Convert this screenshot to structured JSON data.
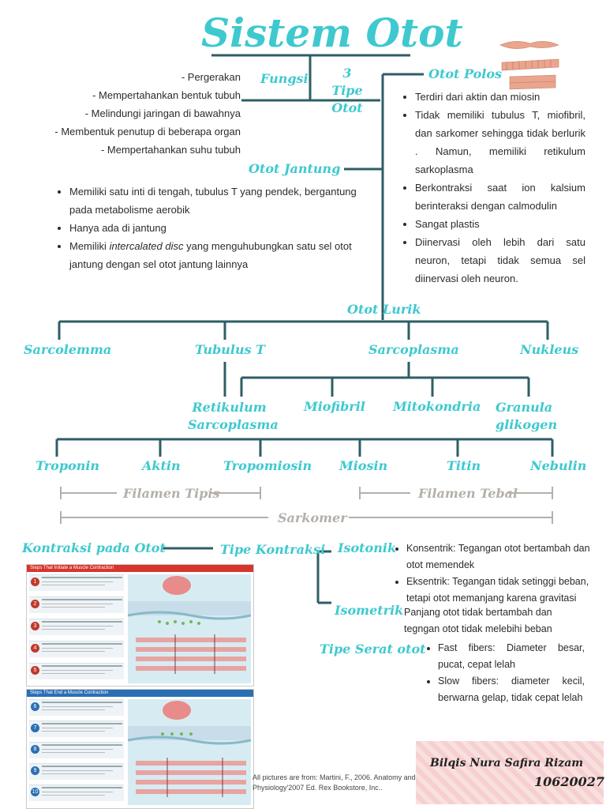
{
  "title": "Sistem Otot",
  "colors": {
    "accent": "#3ec9cf",
    "line": "#2e5e66",
    "grey": "#b4afaa",
    "nameplate": "#f6cfcf"
  },
  "top": {
    "fungsi_label": "Fungsi",
    "tipe_label": "3 Tipe Otot",
    "polos_label": "Otot Polos",
    "jantung_label": "Otot Jantung"
  },
  "fungsi_items": [
    "- Pergerakan",
    "- Mempertahankan bentuk tubuh",
    "- Melindungi jaringan di bawahnya",
    "- Membentuk penutup di beberapa organ",
    "- Mempertahankan suhu tubuh"
  ],
  "polos_items": [
    "Terdiri dari aktin dan miosin",
    "Tidak memiliki tubulus T, miofibril, dan sarkomer sehingga tidak berlurik . Namun, memiliki retikulum sarkoplasma",
    "Berkontraksi saat ion kalsium berinteraksi dengan calmodulin",
    "Sangat plastis",
    "Diinervasi oleh lebih dari satu neuron, tetapi tidak semua sel diinervasi oleh neuron."
  ],
  "jantung_items": [
    "Memiliki satu inti di tengah, tubulus T yang pendek, bergantung pada metabolisme aerobik",
    "Hanya ada di jantung"
  ],
  "jantung_item3": {
    "pre": "Memiliki ",
    "em": "intercalated disc",
    "post": " yang menguhubungkan satu sel otot jantung dengan sel otot jantung lainnya"
  },
  "lurik": {
    "label": "Otot Lurik",
    "sarcolemma": "Sarcolemma",
    "tubulus": "Tubulus T",
    "sarcoplasma": "Sarcoplasma",
    "nukleus": "Nukleus",
    "retikulum": "Retikulum Sarcoplasma",
    "miofibril": "Miofibril",
    "mitokondria": "Mitokondria",
    "granula": "Granula glikogen",
    "troponin": "Troponin",
    "aktin": "Aktin",
    "tropomiosin": "Tropomiosin",
    "miosin": "Miosin",
    "titin": "Titin",
    "nebulin": "Nebulin",
    "filamen_tipis": "Filamen Tipis",
    "filamen_tebal": "Filamen Tebal",
    "sarkomer": "Sarkomer"
  },
  "kontraksi": {
    "label": "Kontraksi pada Otot",
    "tipe_kontraksi": "Tipe Kontraksi",
    "isotonik": "Isotonik",
    "isotonik_items": [
      "Konsentrik: Tegangan otot bertambah dan otot memendek",
      "Eksentrik: Tegangan tidak setinggi beban, tetapi otot memanjang karena gravitasi"
    ],
    "isometrik": "Isometrik",
    "isometrik_text": "Panjang otot tidak bertambah dan tegngan otot tidak melebihi beban",
    "tipe_serat": "Tipe Serat otot",
    "serat_items": [
      "Fast fibers: Diameter besar, pucat, cepat lelah",
      "Slow fibers: diameter kecil, berwarna gelap, tidak cepat lelah"
    ]
  },
  "figures": {
    "fig1_header": "Steps That Initiate a Muscle Contraction",
    "fig2_header": "Steps That End a Muscle Contraction",
    "fig1_steps": [
      "1",
      "2",
      "3",
      "4",
      "5"
    ],
    "fig2_steps": [
      "6",
      "7",
      "8",
      "9",
      "10"
    ]
  },
  "credit": "All pictures are from: Martini, F., 2006. Anatomy and Physiology'2007 Ed. Rex Bookstore, Inc..",
  "nameplate": {
    "name": "Bilqis Nura Safira Rizam",
    "id": "10620027"
  }
}
